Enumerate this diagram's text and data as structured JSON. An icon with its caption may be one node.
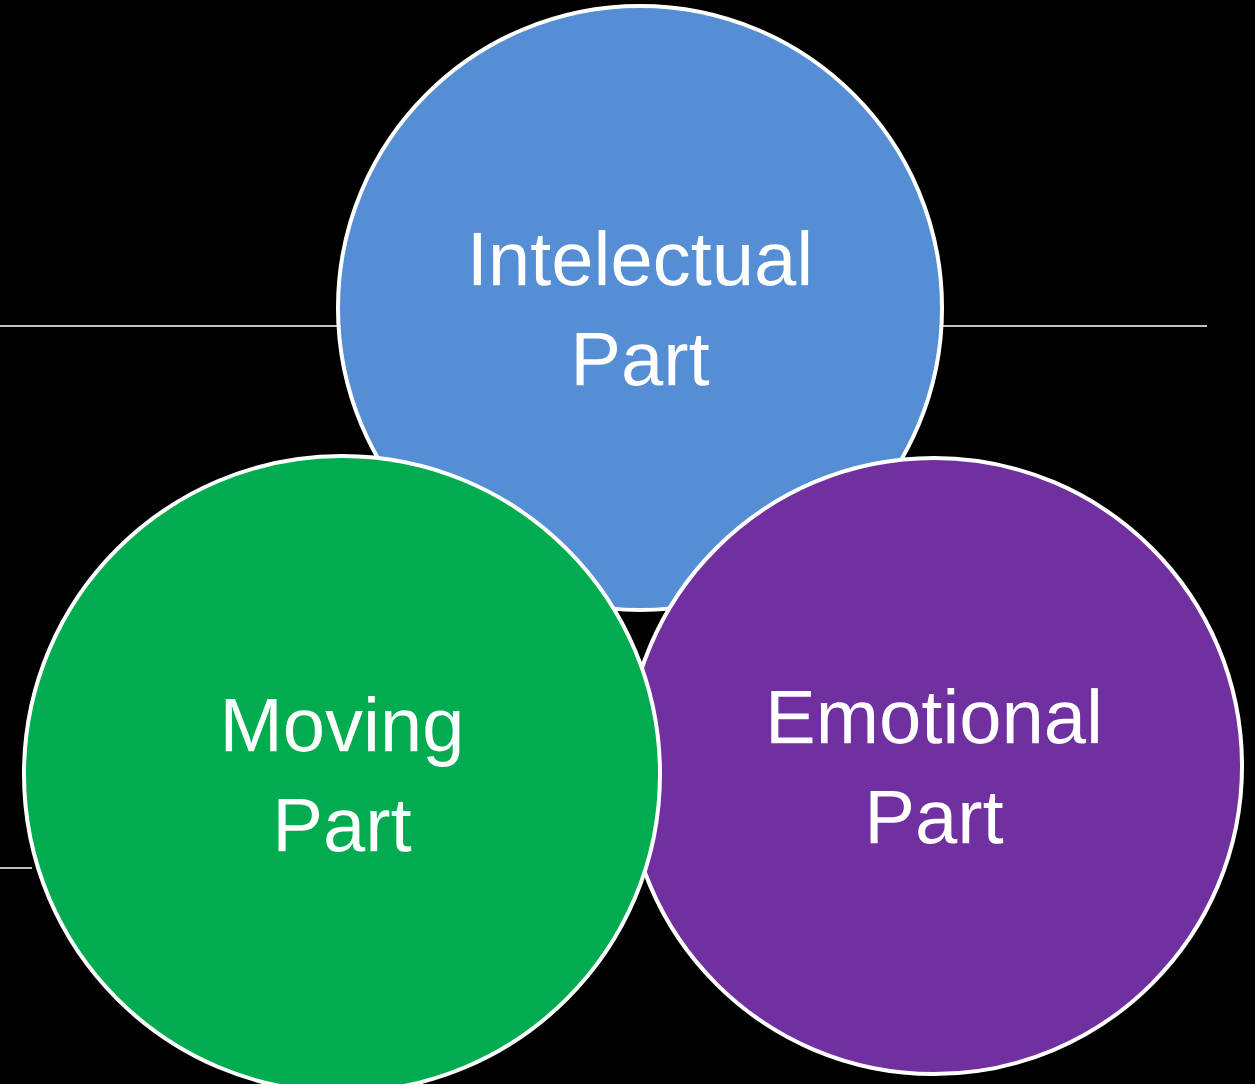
{
  "diagram": {
    "nodes": [
      {
        "text": [
          "Intelectual Part"
        ]
      },
      {
        "text": [
          "Emotional Part"
        ]
      },
      {
        "text": [
          "Moving Part"
        ]
      }
    ]
  }
}
